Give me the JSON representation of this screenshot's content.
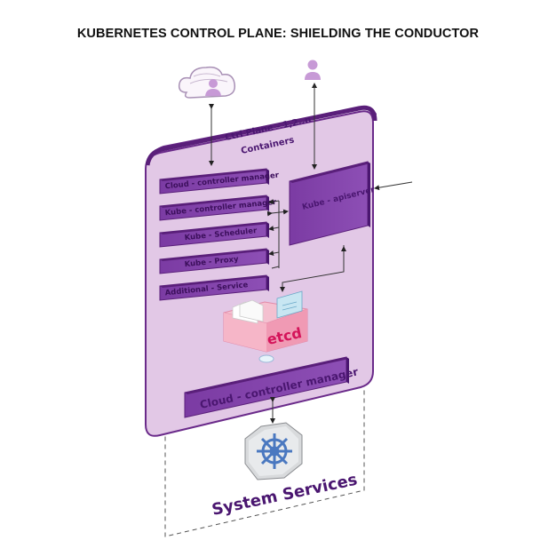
{
  "title": "KUBERNETES CONTROL PLANE: SHIELDING THE CONDUCTOR",
  "diagram": {
    "ctrl_plane_label": "Ctrl Plane - 1,2..n",
    "containers_label": "Containers",
    "components": [
      {
        "label": "Cloud - controller manager"
      },
      {
        "label": "Kube - controller manager"
      },
      {
        "label": "Kube - Scheduler"
      },
      {
        "label": "Kube - Proxy"
      },
      {
        "label": "Additional - Service"
      }
    ],
    "apiserver_label": "Kube - apiserver",
    "etcd_label": "etcd",
    "cloud_controller_label": "Cloud - controller manager",
    "system_services_label": "System Services",
    "icons": {
      "cloud_user": "cloud-user-icon",
      "user": "user-icon",
      "helm": "kubernetes-helm-icon"
    },
    "colors": {
      "plane_fill": "#e2c8e6",
      "plane_border": "#6a2a8a",
      "box_fill": "#7a3aa0",
      "box_text": "#3c0f5c",
      "etcd": "#f0a6bc",
      "etcd_text": "#d4145a",
      "helm": "#4a78c0"
    }
  }
}
